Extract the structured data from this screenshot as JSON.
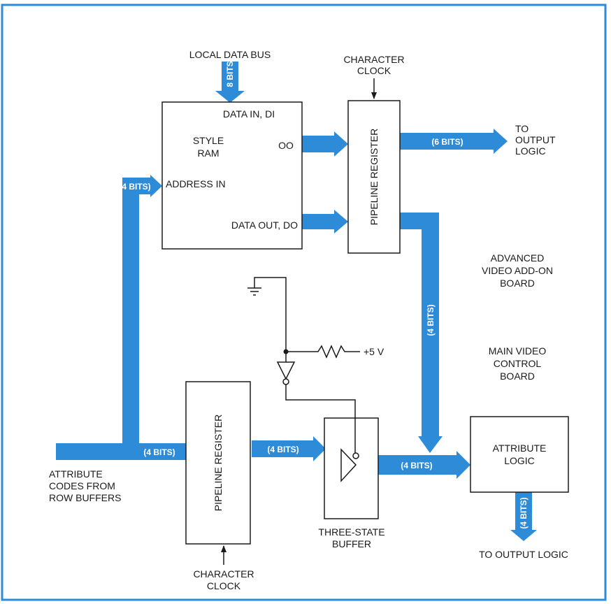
{
  "colors": {
    "frame": "#2e8bd8",
    "bus": "#2e8bd8",
    "bus_text": "#ffffff",
    "ink": "#1a1a1a",
    "paper": "#ffffff"
  },
  "labels": {
    "local_data_bus": "LOCAL DATA BUS",
    "eight_bits": "8 BITS",
    "data_in": "DATA IN, DI",
    "style_ram": [
      "STYLE",
      "RAM"
    ],
    "oo": "OO",
    "address_in": "ADDRESS IN",
    "data_out": "DATA OUT, DO",
    "char_clock_top": [
      "CHARACTER",
      "CLOCK"
    ],
    "pipeline_register_top": "PIPELINE REGISTER",
    "six_bits": "(6 BITS)",
    "to_output_top": [
      "TO",
      "OUTPUT",
      "LOGIC"
    ],
    "four_bits_left": "(4 BITS)",
    "advanced_video": [
      "ADVANCED",
      "VIDEO ADD-ON",
      "BOARD"
    ],
    "four_bits_vertical": "(4 BITS)",
    "plus_5v": "+5 V",
    "main_video": [
      "MAIN VIDEO",
      "CONTROL",
      "BOARD"
    ],
    "pipeline_register_bottom": "PIPELINE REGISTER",
    "four_bits_input": "(4 BITS)",
    "four_bits_mid": "(4 BITS)",
    "four_bits_to_attr": "(4 BITS)",
    "attribute_codes": [
      "ATTRIBUTE",
      "CODES FROM",
      "ROW BUFFERS"
    ],
    "char_clock_bottom": [
      "CHARACTER",
      "CLOCK"
    ],
    "three_state_buffer": [
      "THREE-STATE",
      "BUFFER"
    ],
    "attribute_logic": [
      "ATTRIBUTE",
      "LOGIC"
    ],
    "four_bits_down": "(4 BITS)",
    "to_output_bottom": "TO OUTPUT LOGIC"
  }
}
